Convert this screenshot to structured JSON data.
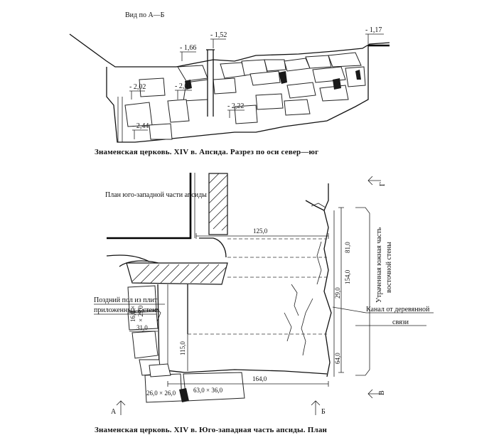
{
  "section": {
    "view_label": "Вид по А—Б",
    "caption": "Знаменская церковь. XIV в. Апсида. Разрез по оси север—юг",
    "elevations": [
      "- 1,52",
      "- 1,66",
      "- 1,17",
      "- 2,02",
      "- 2,01",
      "- 2,22",
      "- 2,44"
    ]
  },
  "plan": {
    "title": "План юго-западной части апсиды",
    "caption": "Знаменская церковь. XIV в. Юго-западная часть апсиды. План",
    "late_floor_line1": "Поздний пол из плит",
    "late_floor_line2": "приложенных к стене",
    "channel_line1": "Канал от деревянной",
    "channel_line2": "связи",
    "lost_wall_line1": "Утраченная южная часть",
    "lost_wall_line2": "восточной стены",
    "dimensions": {
      "d125": "125,0",
      "d164": "164,0",
      "d115": "115,0",
      "d81": "81,0",
      "d154": "154,0",
      "d29": "29,0",
      "d64": "64,0",
      "d31": "31,0",
      "slab_top1": "16,0 ×",
      "slab_top2": "× 29,0",
      "slab_a": "26,0 × 26,0",
      "slab_b": "63,0 × 36,0"
    },
    "section_marks": {
      "a": "А",
      "b": "Б",
      "v": "В",
      "g": "Г"
    }
  }
}
